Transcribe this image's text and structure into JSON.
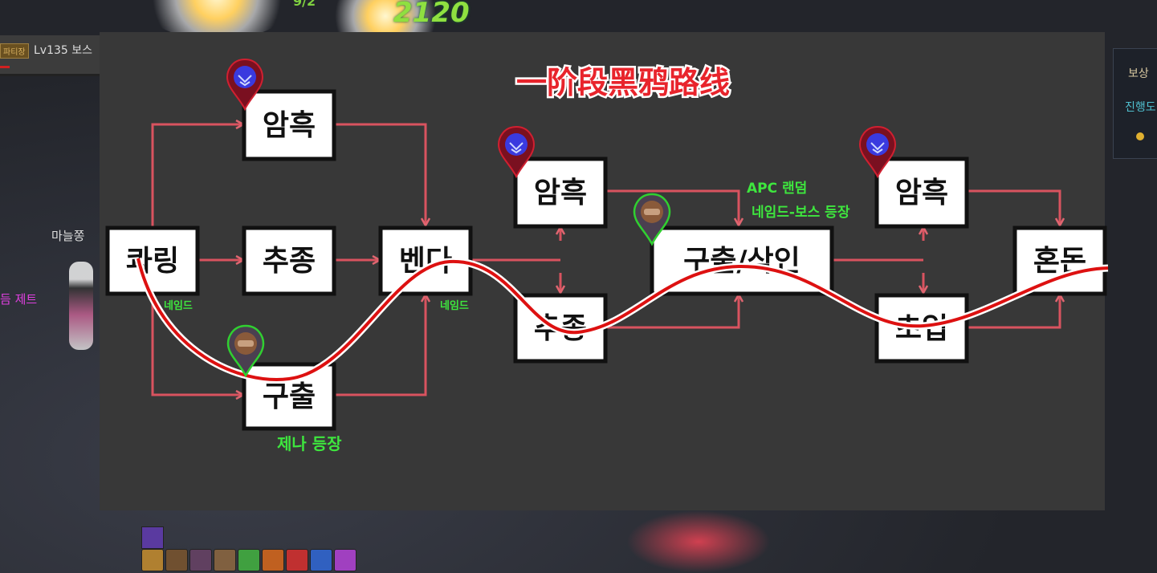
{
  "game_hud": {
    "top_counter": "9/2",
    "combo_number": "2120",
    "party_badge": "파티장",
    "level_text": "Lv135 보스",
    "player_name": "마늘쫑",
    "guild_text": "듬 제트",
    "right_panel": {
      "reward": "보상",
      "progress": "진행도"
    }
  },
  "diagram": {
    "title": "一阶段黑鸦路线",
    "nodes": {
      "start": "콰링",
      "dark1": "암흑",
      "follow1": "추종",
      "rescue1": "구출",
      "benda": "벤다",
      "dark2": "암흑",
      "follow2": "추종",
      "rescue_kill": "구출/삭인",
      "dark3": "암흑",
      "entrance": "초입",
      "chaos": "혼돈"
    },
    "notes": {
      "named1": "네임드",
      "named2": "네임드",
      "jena": "제나 등장",
      "apc": "APC 랜덤",
      "named_boss": "네임드-보스 등장"
    },
    "colors": {
      "arrow": "#d9535f",
      "route": "#dd1111",
      "note": "#3ee63e",
      "dark_marker": "#3a3adf",
      "rescue_marker": "#8a5a3a"
    }
  }
}
